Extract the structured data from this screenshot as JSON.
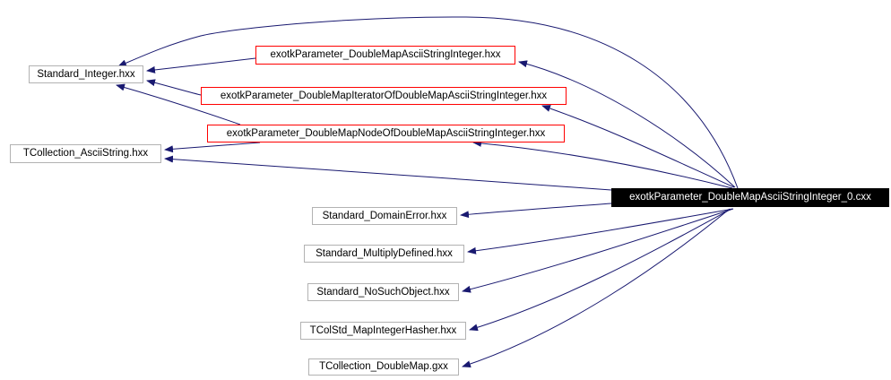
{
  "diagram": {
    "type": "include-dependency-graph",
    "nodes": {
      "main": {
        "label": "exotkParameter_DoubleMapAsciiStringInteger_0.cxx",
        "kind": "current-file"
      },
      "standard_integer": {
        "label": "Standard_Integer.hxx",
        "kind": "header"
      },
      "dm_asciistringinteger": {
        "label": "exotkParameter_DoubleMapAsciiStringInteger.hxx",
        "kind": "header-red"
      },
      "dm_iterator": {
        "label": "exotkParameter_DoubleMapIteratorOfDoubleMapAsciiStringInteger.hxx",
        "kind": "header-red"
      },
      "dm_node": {
        "label": "exotkParameter_DoubleMapNodeOfDoubleMapAsciiStringInteger.hxx",
        "kind": "header-red"
      },
      "tcollection_asciistring": {
        "label": "TCollection_AsciiString.hxx",
        "kind": "header"
      },
      "standard_domainerror": {
        "label": "Standard_DomainError.hxx",
        "kind": "header"
      },
      "standard_multiplydefined": {
        "label": "Standard_MultiplyDefined.hxx",
        "kind": "header"
      },
      "standard_nosuchobject": {
        "label": "Standard_NoSuchObject.hxx",
        "kind": "header"
      },
      "tcolstd_mapintegerhasher": {
        "label": "TColStd_MapIntegerHasher.hxx",
        "kind": "header"
      },
      "tcollection_doublemap": {
        "label": "TCollection_DoubleMap.gxx",
        "kind": "header"
      }
    },
    "edges": [
      {
        "from": "main",
        "to": "standard_integer"
      },
      {
        "from": "dm_asciistringinteger",
        "to": "standard_integer"
      },
      {
        "from": "dm_iterator",
        "to": "standard_integer"
      },
      {
        "from": "dm_node",
        "to": "standard_integer"
      },
      {
        "from": "dm_node",
        "to": "tcollection_asciistring"
      },
      {
        "from": "main",
        "to": "tcollection_asciistring"
      },
      {
        "from": "main",
        "to": "dm_asciistringinteger"
      },
      {
        "from": "main",
        "to": "dm_iterator"
      },
      {
        "from": "main",
        "to": "dm_node"
      },
      {
        "from": "main",
        "to": "standard_domainerror"
      },
      {
        "from": "main",
        "to": "standard_multiplydefined"
      },
      {
        "from": "main",
        "to": "standard_nosuchobject"
      },
      {
        "from": "main",
        "to": "tcolstd_mapintegerhasher"
      },
      {
        "from": "main",
        "to": "tcollection_doublemap"
      }
    ],
    "colors": {
      "edge": "#191970",
      "node_border": "#b2b2b2",
      "red_border": "#ff0000",
      "main_bg": "#000000",
      "main_text": "#ffffff",
      "text": "#000000",
      "background": "#ffffff"
    }
  }
}
